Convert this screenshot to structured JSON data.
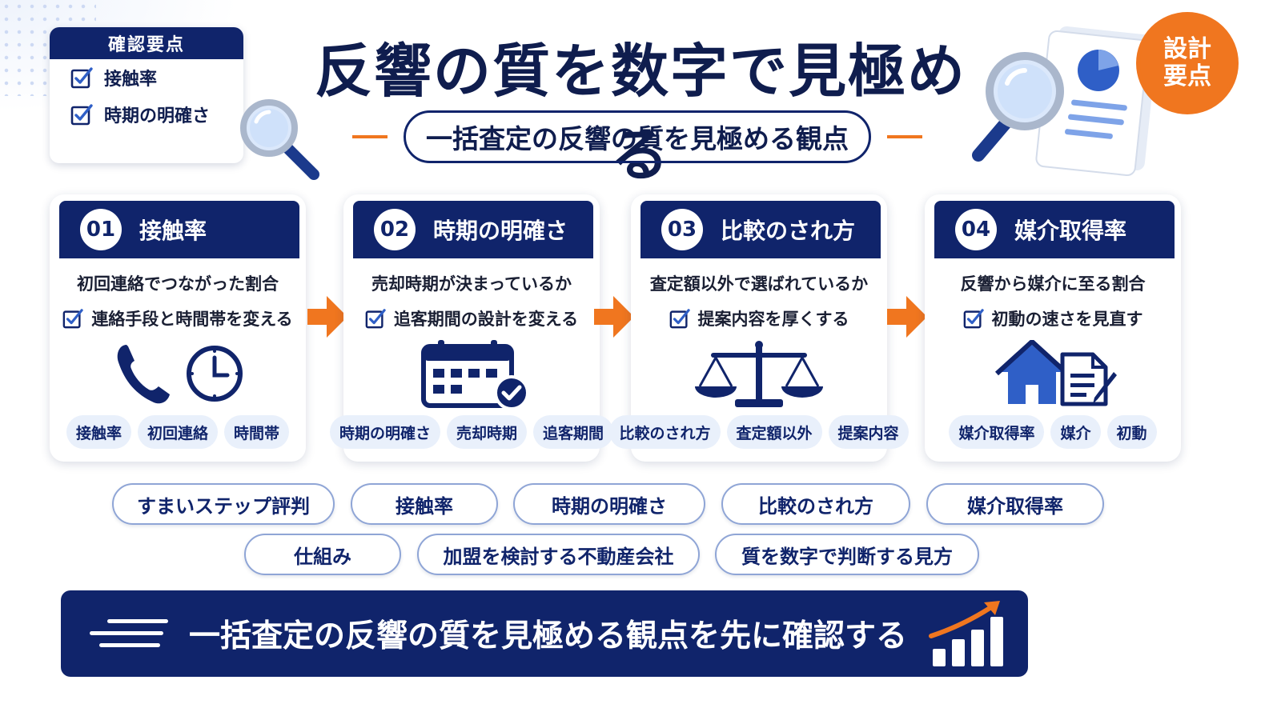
{
  "title": "反響の質を数字で見極める",
  "subtitle": "一括査定の反響の質を見極める観点",
  "badge": "設計要点",
  "confirm": {
    "heading": "確認要点",
    "items": [
      "接触率",
      "時期の明確さ"
    ]
  },
  "cards": [
    {
      "num": "01",
      "title": "接触率",
      "desc": "初回連絡でつながった割合",
      "action": "連絡手段と時間帯を変える",
      "icon": "phone-clock-icon",
      "tags": [
        "接触率",
        "初回連絡",
        "時間帯"
      ]
    },
    {
      "num": "02",
      "title": "時期の明確さ",
      "desc": "売却時期が決まっているか",
      "action": "追客期間の設計を変える",
      "icon": "calendar-check-icon",
      "tags": [
        "時期の明確さ",
        "売却時期",
        "追客期間"
      ]
    },
    {
      "num": "03",
      "title": "比較のされ方",
      "desc": "査定額以外で選ばれているか",
      "action": "提案内容を厚くする",
      "icon": "balance-scale-icon",
      "tags": [
        "比較のされ方",
        "査定額以外",
        "提案内容"
      ]
    },
    {
      "num": "04",
      "title": "媒介取得率",
      "desc": "反響から媒介に至る割合",
      "action": "初動の速さを見直す",
      "icon": "house-document-icon",
      "tags": [
        "媒介取得率",
        "媒介",
        "初動"
      ]
    }
  ],
  "keywords": [
    "すまいステップ評判",
    "接触率",
    "時期の明確さ",
    "比較のされ方",
    "媒介取得率",
    "仕組み",
    "加盟を検討する不動産会社",
    "質を数字で判断する見方"
  ],
  "banner": "一括査定の反響の質を見極める観点を先に確認する",
  "colors": {
    "navy": "#10246b",
    "orange": "#f0761f",
    "blue": "#2f5fc7",
    "tag_bg": "#e9f0fb"
  }
}
